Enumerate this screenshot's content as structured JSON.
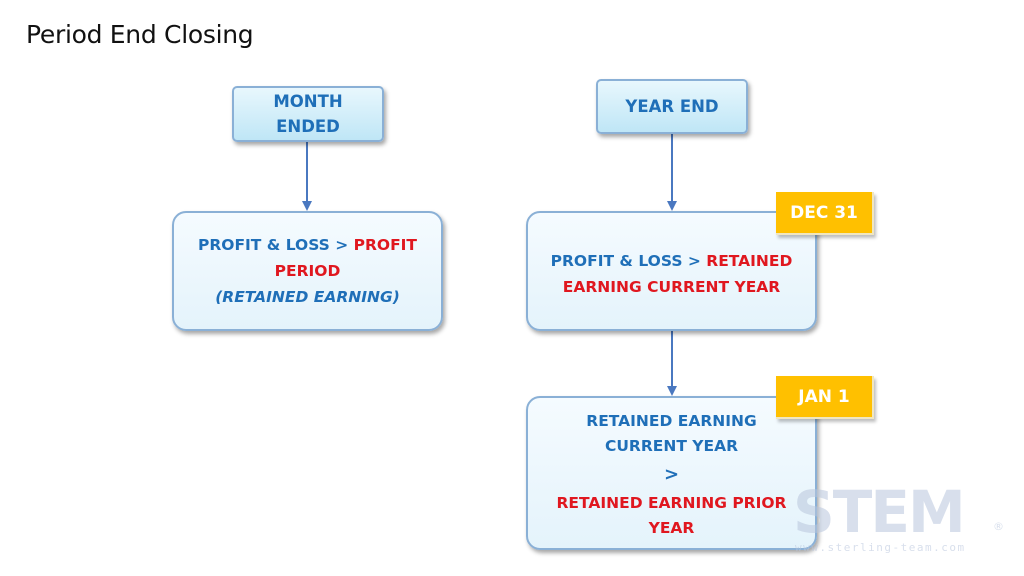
{
  "title": "Period End Closing",
  "month_end": {
    "header": [
      "MONTH",
      "ENDED"
    ],
    "node": {
      "line1_blue": "PROFIT & LOSS > ",
      "line1_red": "PROFIT",
      "line2_red": "PERIOD",
      "line3_italic": "(RETAINED EARNING)"
    }
  },
  "year_end": {
    "header": "YEAR END",
    "node1": {
      "badge": "DEC 31",
      "line1_blue": "PROFIT & LOSS > ",
      "line1_red": "RETAINED",
      "line2_red": "EARNING CURRENT YEAR"
    },
    "node2": {
      "badge": "JAN 1",
      "line1_blue": "RETAINED EARNING",
      "line2_blue": "CURRENT YEAR",
      "arrow_symbol": ">",
      "line3_red": "RETAINED EARNING PRIOR",
      "line4_red": "YEAR"
    }
  },
  "logo": {
    "word": "STEM",
    "registered": "®",
    "url": "www.sterling-team.com"
  },
  "colors": {
    "blue_text": "#1f6fb8",
    "red_text": "#e0171f",
    "badge": "#ffc000",
    "box_border": "#8ab0d6",
    "connector": "#4a78c0"
  }
}
